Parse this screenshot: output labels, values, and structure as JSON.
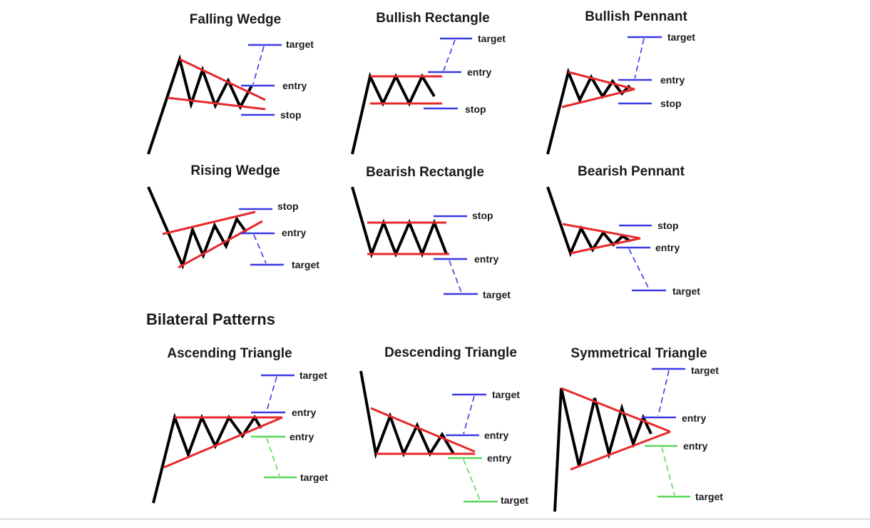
{
  "colors": {
    "price": "#000000",
    "boundary": "#e8282a",
    "level_blue": "#3a3ae6",
    "level_green": "#5ad65a"
  },
  "section_title": "Bilateral Patterns",
  "patterns": {
    "falling_wedge": {
      "title": "Falling Wedge",
      "target": "target",
      "entry": "entry",
      "stop": "stop"
    },
    "bullish_rectangle": {
      "title": "Bullish Rectangle",
      "target": "target",
      "entry": "entry",
      "stop": "stop"
    },
    "bullish_pennant": {
      "title": "Bullish Pennant",
      "target": "target",
      "entry": "entry",
      "stop": "stop"
    },
    "rising_wedge": {
      "title": "Rising Wedge",
      "stop": "stop",
      "entry": "entry",
      "target": "target"
    },
    "bearish_rectangle": {
      "title": "Bearish Rectangle",
      "stop": "stop",
      "entry": "entry",
      "target": "target"
    },
    "bearish_pennant": {
      "title": "Bearish Pennant",
      "stop": "stop",
      "entry": "entry",
      "target": "target"
    },
    "ascending_triangle": {
      "title": "Ascending Triangle",
      "up_target": "target",
      "up_entry": "entry",
      "down_entry": "entry",
      "down_target": "target"
    },
    "descending_triangle": {
      "title": "Descending Triangle",
      "up_target": "target",
      "up_entry": "entry",
      "down_entry": "entry",
      "down_target": "target"
    },
    "symmetrical_triangle": {
      "title": "Symmetrical Triangle",
      "up_target": "target",
      "up_entry": "entry",
      "down_entry": "entry",
      "down_target": "target"
    }
  }
}
